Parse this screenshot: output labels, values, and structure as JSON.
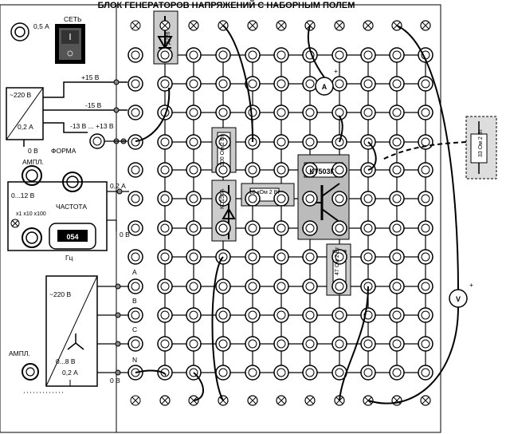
{
  "title": "БЛОК ГЕНЕРАТОРОВ НАПРЯЖЕНИЙ С НАБОРНЫМ ПОЛЕМ",
  "fuse": "0,5 А",
  "switch_label": "СЕТЬ",
  "supply": {
    "rating_in": "~220 В",
    "rating_out": "0,2 А",
    "out_plus15": "+15 В",
    "out_minus15": "-15 В",
    "adj_range": "-13 В ... +13 В",
    "ground": "0 В"
  },
  "adjust1": {
    "label": "АМПЛ.",
    "waveform_labels": "ФОРМА",
    "range": "0...12 В",
    "current": "0,2 А",
    "ground": "0 В",
    "freq_mult": "x1  x10  x100",
    "freq_label": "ЧАСТОТА",
    "display": "054",
    "freq_unit": "Гц"
  },
  "three_phase": {
    "rating_in": "~220 В",
    "rating_out": "0...8 В",
    "current": "0,2 А",
    "phases": [
      "A",
      "B",
      "C",
      "N"
    ],
    "ground": "0 В",
    "knob_label": "АМПЛ."
  },
  "components": {
    "diode": "Д226",
    "zener": "КС156А",
    "resistor_100": "100 Ом 2 Вт",
    "resistor_10k": "10 кОм 2 Вт",
    "resistor_47": "47 Ом 2 Вт",
    "transistor": "КТ503Г",
    "external_resistor": "33 Ом 2 Вт"
  },
  "meters": {
    "ammeter": "A",
    "voltmeter": "V",
    "plus": "+"
  }
}
